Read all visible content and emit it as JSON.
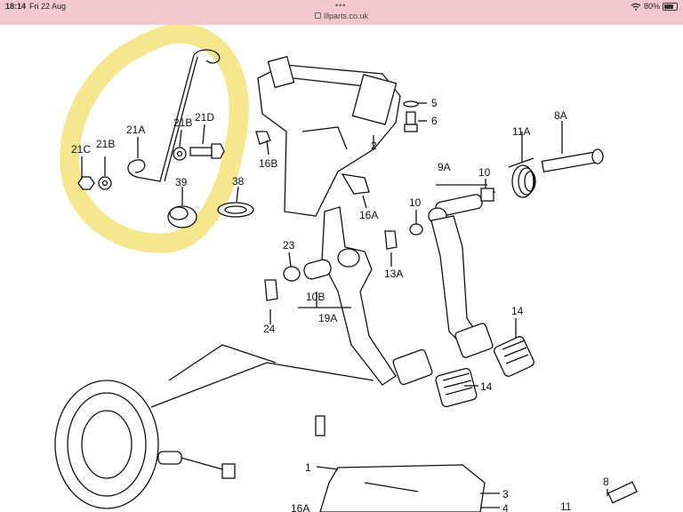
{
  "status_bar": {
    "time": "18:14",
    "date": "Fri 22 Aug",
    "url": "lllparts.co.uk",
    "battery": "80%",
    "battery_level": 0.8,
    "tabs_indicator": "•••"
  },
  "colors": {
    "status_bar_bg": "#f4c9cd",
    "highlight": "#f5e27a"
  },
  "diagram": {
    "labels": {
      "l21c": "21C",
      "l21b_left": "21B",
      "l21a": "21A",
      "l21b_right": "21B",
      "l21d": "21D",
      "l39": "39",
      "l38": "38",
      "l2": "2",
      "l5": "5",
      "l6": "6",
      "l16b": "16B",
      "l16a_top": "16A",
      "l11a": "11A",
      "l8a": "8A",
      "l9a": "9A",
      "l10_left": "10",
      "l10_right": "10",
      "l23": "23",
      "l13a": "13A",
      "l10b": "10B",
      "l19a": "19A",
      "l24": "24",
      "l14_right": "14",
      "l14_mid": "14",
      "l1": "1",
      "l16a_bottom": "16A",
      "l3": "3",
      "l4": "4",
      "l11": "11",
      "l8": "8"
    }
  }
}
